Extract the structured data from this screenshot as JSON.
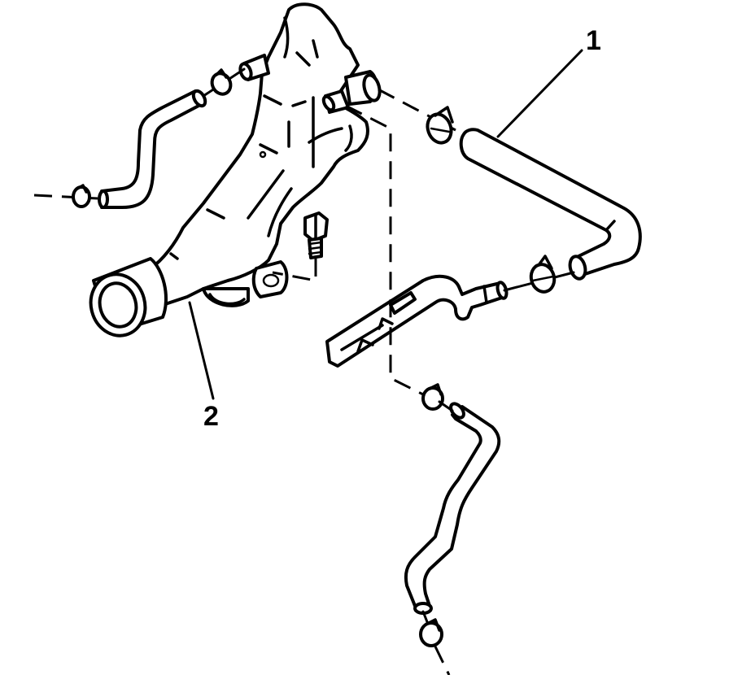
{
  "diagram": {
    "type": "exploded-parts-view",
    "background": "#ffffff",
    "line_color": "#000000",
    "callouts": [
      {
        "id": "1",
        "label": "1",
        "points_to": "upper-radiator-hose"
      },
      {
        "id": "2",
        "label": "2",
        "points_to": "water-outlet-housing"
      }
    ],
    "components": [
      {
        "name": "water-outlet-housing",
        "callout": "2"
      },
      {
        "name": "upper-radiator-hose",
        "callout": "1"
      },
      {
        "name": "left-bypass-hose"
      },
      {
        "name": "lower-heater-hose"
      },
      {
        "name": "coolant-pipe"
      },
      {
        "name": "mounting-bolt"
      },
      {
        "name": "hose-clamp",
        "count": 6
      }
    ]
  }
}
